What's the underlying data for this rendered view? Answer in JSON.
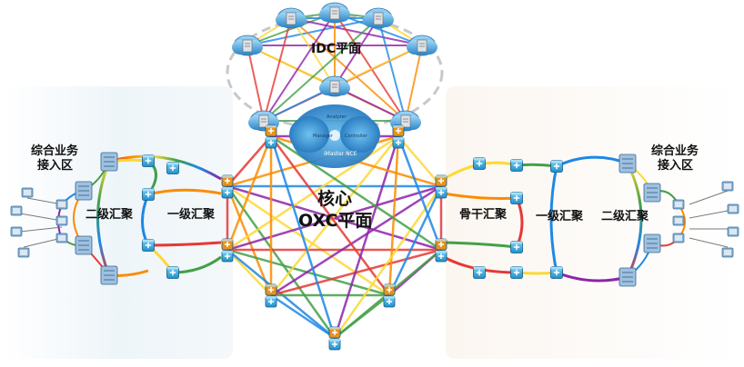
{
  "labels": {
    "idc_plane": "IDC平面",
    "core_line1": "核心",
    "core_line2": "OXC平面",
    "left_access_line1": "综合业务",
    "left_access_line2": "接入区",
    "left_level2": "二级汇聚",
    "left_level1": "一级汇聚",
    "right_backbone": "骨干汇聚",
    "right_level1": "一级汇聚",
    "right_level2": "二级汇聚",
    "right_access_line1": "综合业务",
    "right_access_line2": "接入区"
  },
  "controller": {
    "analyzer": "Analyzer",
    "manager": "Manager",
    "controller": "Controller",
    "brand": "iMaster NCE"
  },
  "colors": {
    "left_panel_bg": "#eef5f9",
    "right_panel_bg": "#faf4ee",
    "node_blue": "#2aa0d8",
    "node_orange": "#e8931a",
    "cloud_blue": "#3a8fd0",
    "mesh": [
      "#e53935",
      "#fb8c00",
      "#fdd835",
      "#43a047",
      "#1e88e5",
      "#8e24aa"
    ]
  },
  "icons": [
    "otn-node-icon",
    "core-oxc-node-icon",
    "idc-cloud-icon",
    "router-icon",
    "access-device-icon",
    "controller-cloud-icon"
  ]
}
